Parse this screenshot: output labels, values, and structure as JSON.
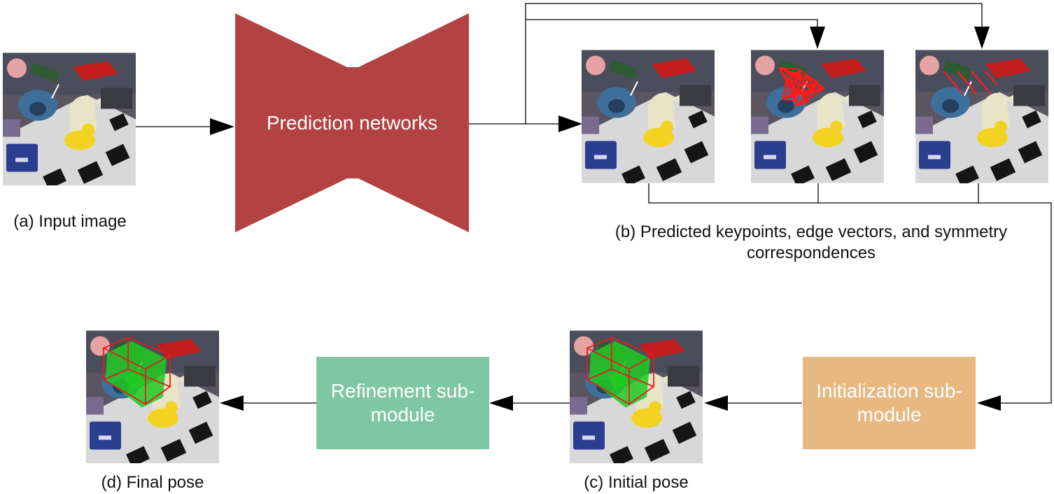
{
  "nodes": {
    "prediction": {
      "label": "Prediction networks",
      "color": "#b34242"
    },
    "initialization": {
      "label": "Initialization sub-module",
      "color": "#e8b882"
    },
    "refinement": {
      "label": "Refinement sub-module",
      "color": "#7fc6a2"
    }
  },
  "captions": {
    "input": "(a) Input image",
    "predicted": "(b) Predicted keypoints, edge vectors, and symmetry correspondences",
    "initial": "(c) Initial pose",
    "final": "(d) Final pose"
  },
  "colors": {
    "overlay": "#ff1a1a",
    "pose_box": "#e01e1e",
    "object_model": "#22c922",
    "arrow": "#000000"
  }
}
